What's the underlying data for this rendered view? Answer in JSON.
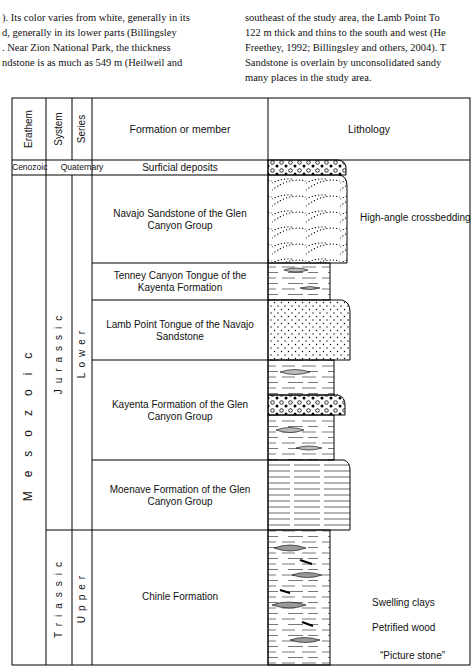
{
  "diagram": {
    "labels": [
      "). Its color varies from white, generally in its",
      "d, generally in its lower parts (Billingsley",
      ". Near Zion National Park, the thickness",
      "ndstone is as much as 549 m (Heilweil and",
      "southeast of the study area, the Lamb Point To",
      "122 m thick and thins to the south and west (He",
      "Freethey, 1992; Billingsley and others, 2004). T",
      "Sandstone is overlain by unconsolidated sandy",
      "many places in the study area.",
      "Erathem",
      "System",
      "Series",
      "Formation or member",
      "Lithology",
      "Cenozoic",
      "Quaternary",
      "Surficial deposits",
      "Mesozoic",
      "Jurassic",
      "Lower",
      "Triassic",
      "Upper",
      "Navajo Sandstone of the Glen Canyon Group",
      "Tenney Canyon Tongue of the Kayenta Formation",
      "Lamb Point Tongue of the Navajo Sandstone",
      "Kayenta Formation of the Glen Canyon Group",
      "Moenave Formation of the Glen Canyon Group",
      "Chinle Formation",
      "High-angle crossbedding",
      "Swelling clays",
      "Petrified wood",
      "“Picture stone”"
    ]
  }
}
